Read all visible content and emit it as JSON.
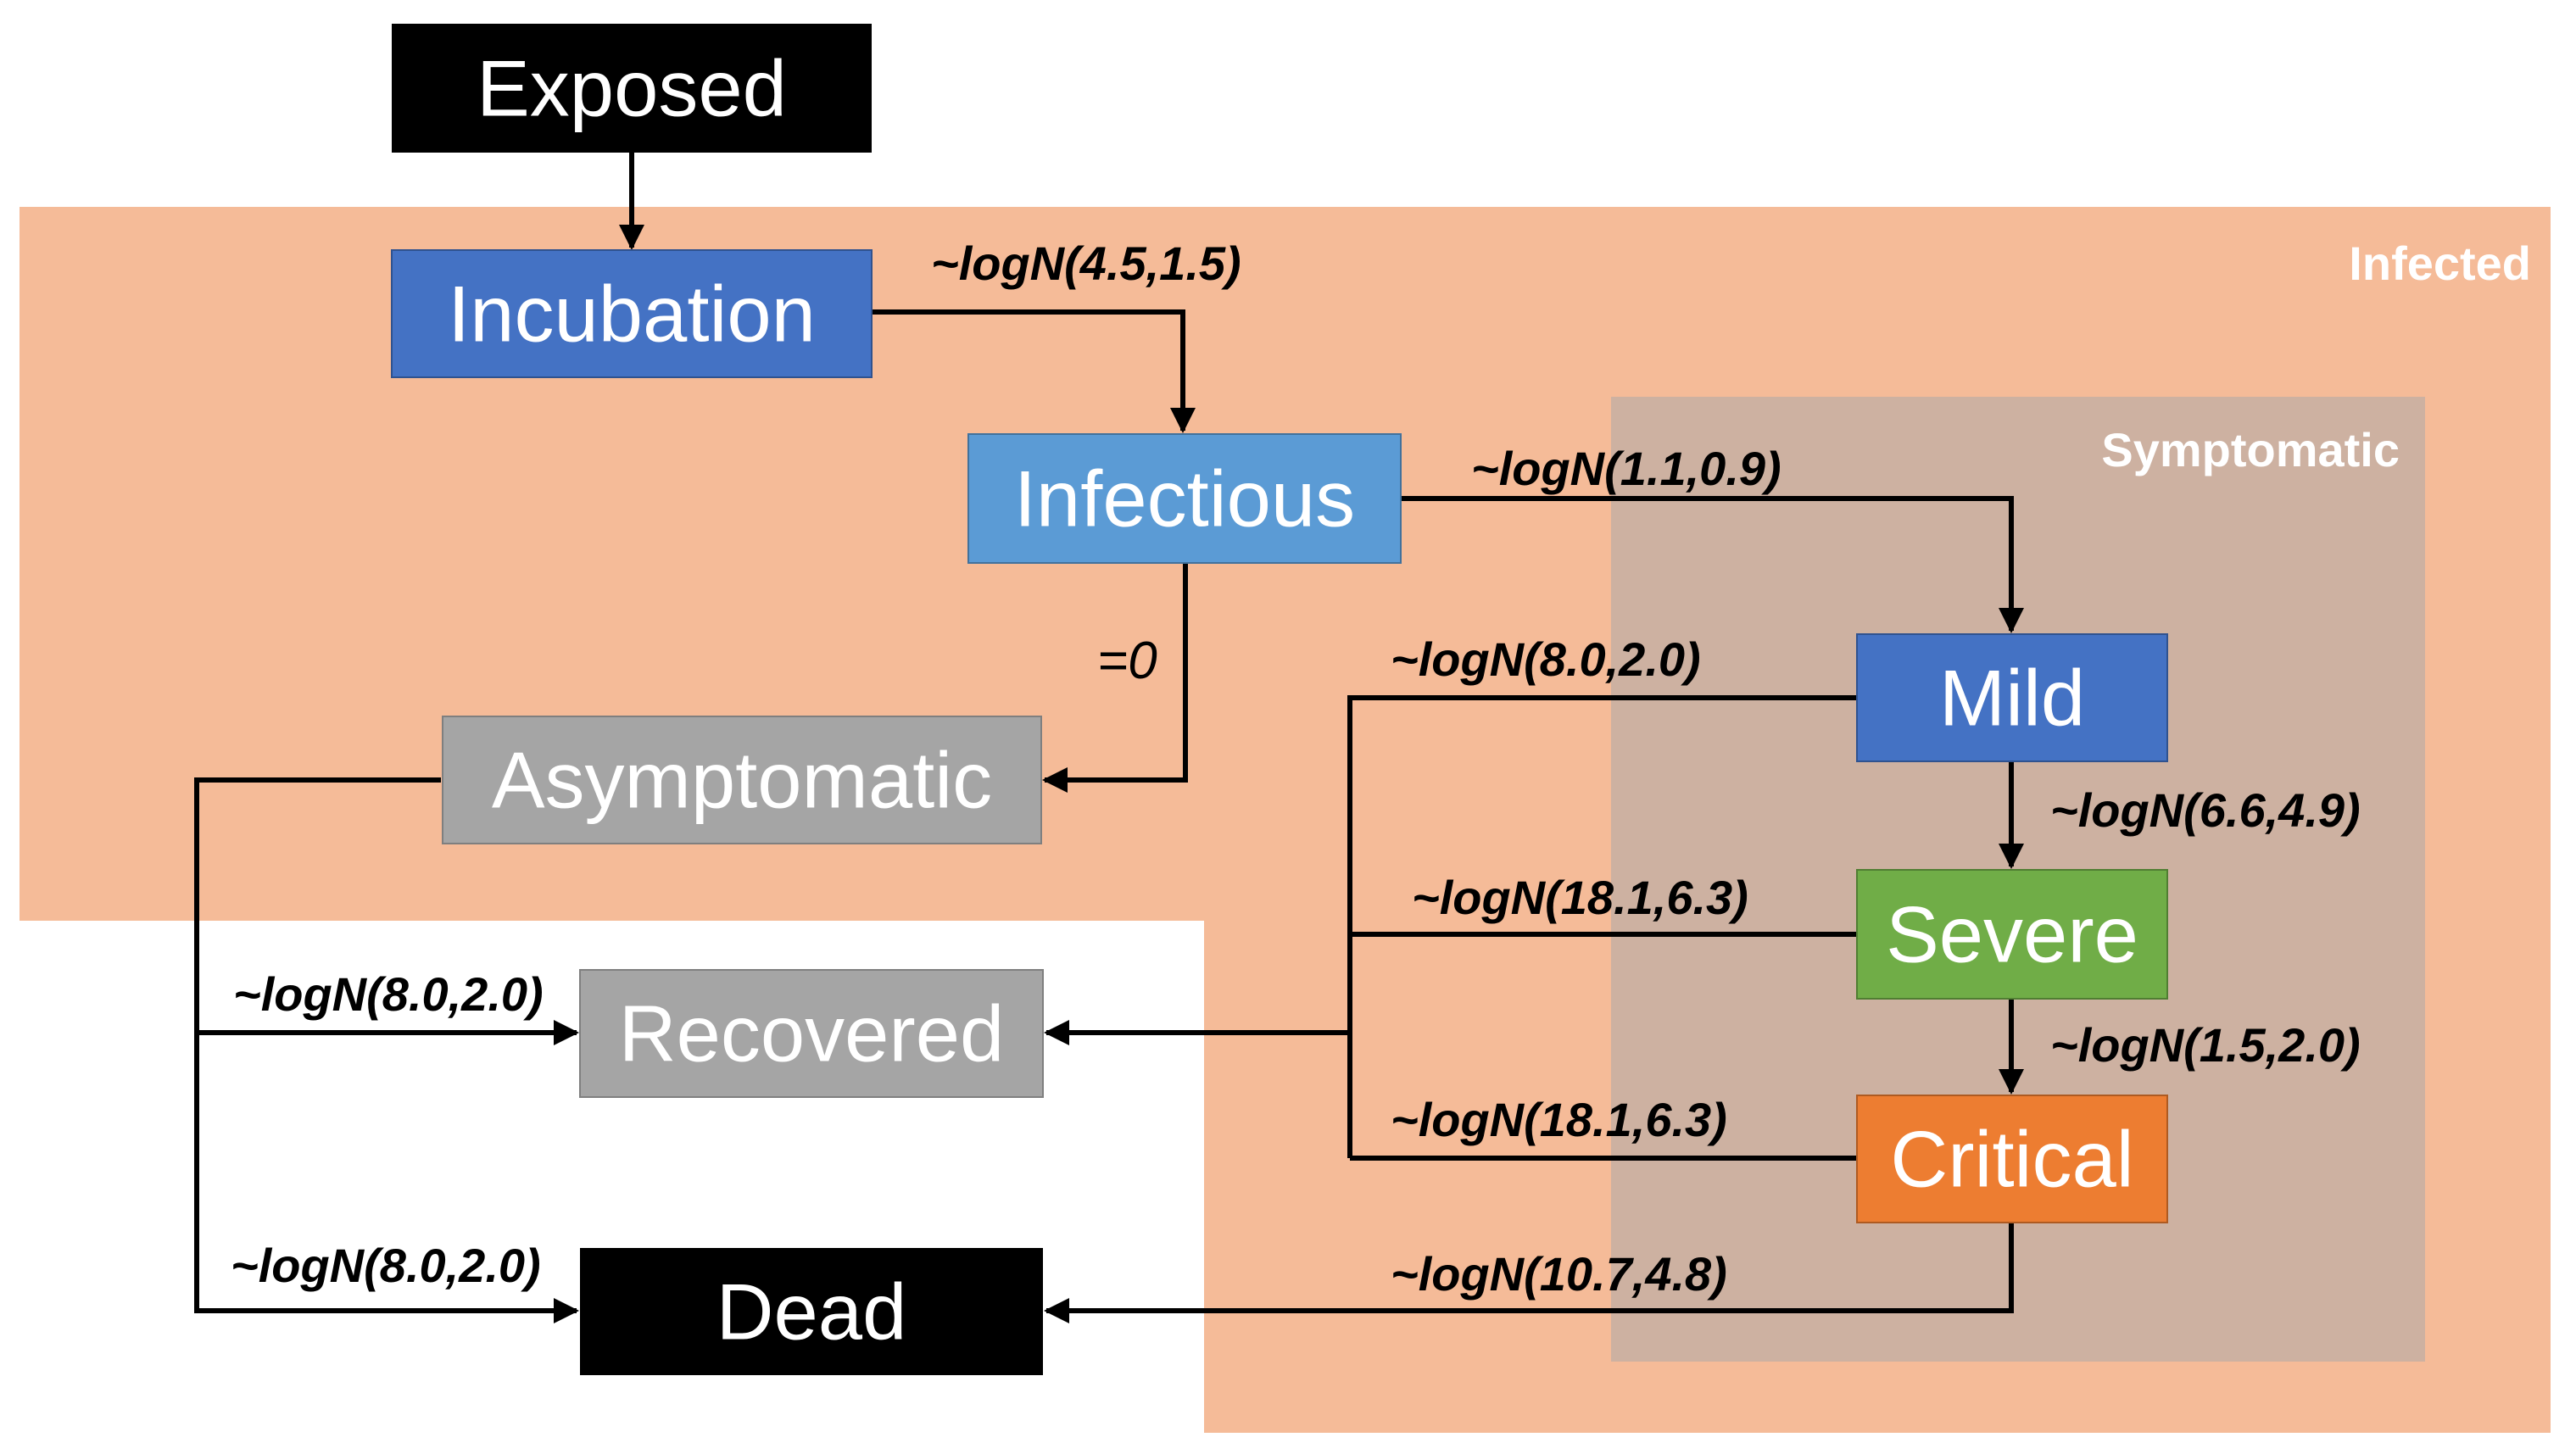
{
  "regions": {
    "infected": "Infected",
    "symptomatic": "Symptomatic"
  },
  "nodes": {
    "exposed": "Exposed",
    "incubation": "Incubation",
    "infectious": "Infectious",
    "asymptomatic": "Asymptomatic",
    "mild": "Mild",
    "severe": "Severe",
    "critical": "Critical",
    "recovered": "Recovered",
    "dead": "Dead"
  },
  "edges": {
    "incubation_to_infectious": "~logN(4.5,1.5)",
    "infectious_to_mild": "~logN(1.1,0.9)",
    "infectious_to_asymptomatic": "=0",
    "mild_to_recovered": "~logN(8.0,2.0)",
    "mild_to_severe": "~logN(6.6,4.9)",
    "severe_to_recovered": "~logN(18.1,6.3)",
    "severe_to_critical": "~logN(1.5,2.0)",
    "critical_to_recovered": "~logN(18.1,6.3)",
    "critical_to_dead": "~logN(10.7,4.8)",
    "asymptomatic_to_recovered": "~logN(8.0,2.0)",
    "asymptomatic_to_dead": "~logN(8.0,2.0)"
  },
  "colors": {
    "infected_region": "#f5bb98",
    "symptomatic_region": "#cdb1a1",
    "exposed": "#000000",
    "incubation": "#4472c4",
    "infectious": "#5b9bd5",
    "asymptomatic": "#a5a5a5",
    "mild": "#4472c4",
    "severe": "#70ad47",
    "critical": "#ed7d31",
    "recovered": "#a5a5a5",
    "dead": "#000000"
  }
}
